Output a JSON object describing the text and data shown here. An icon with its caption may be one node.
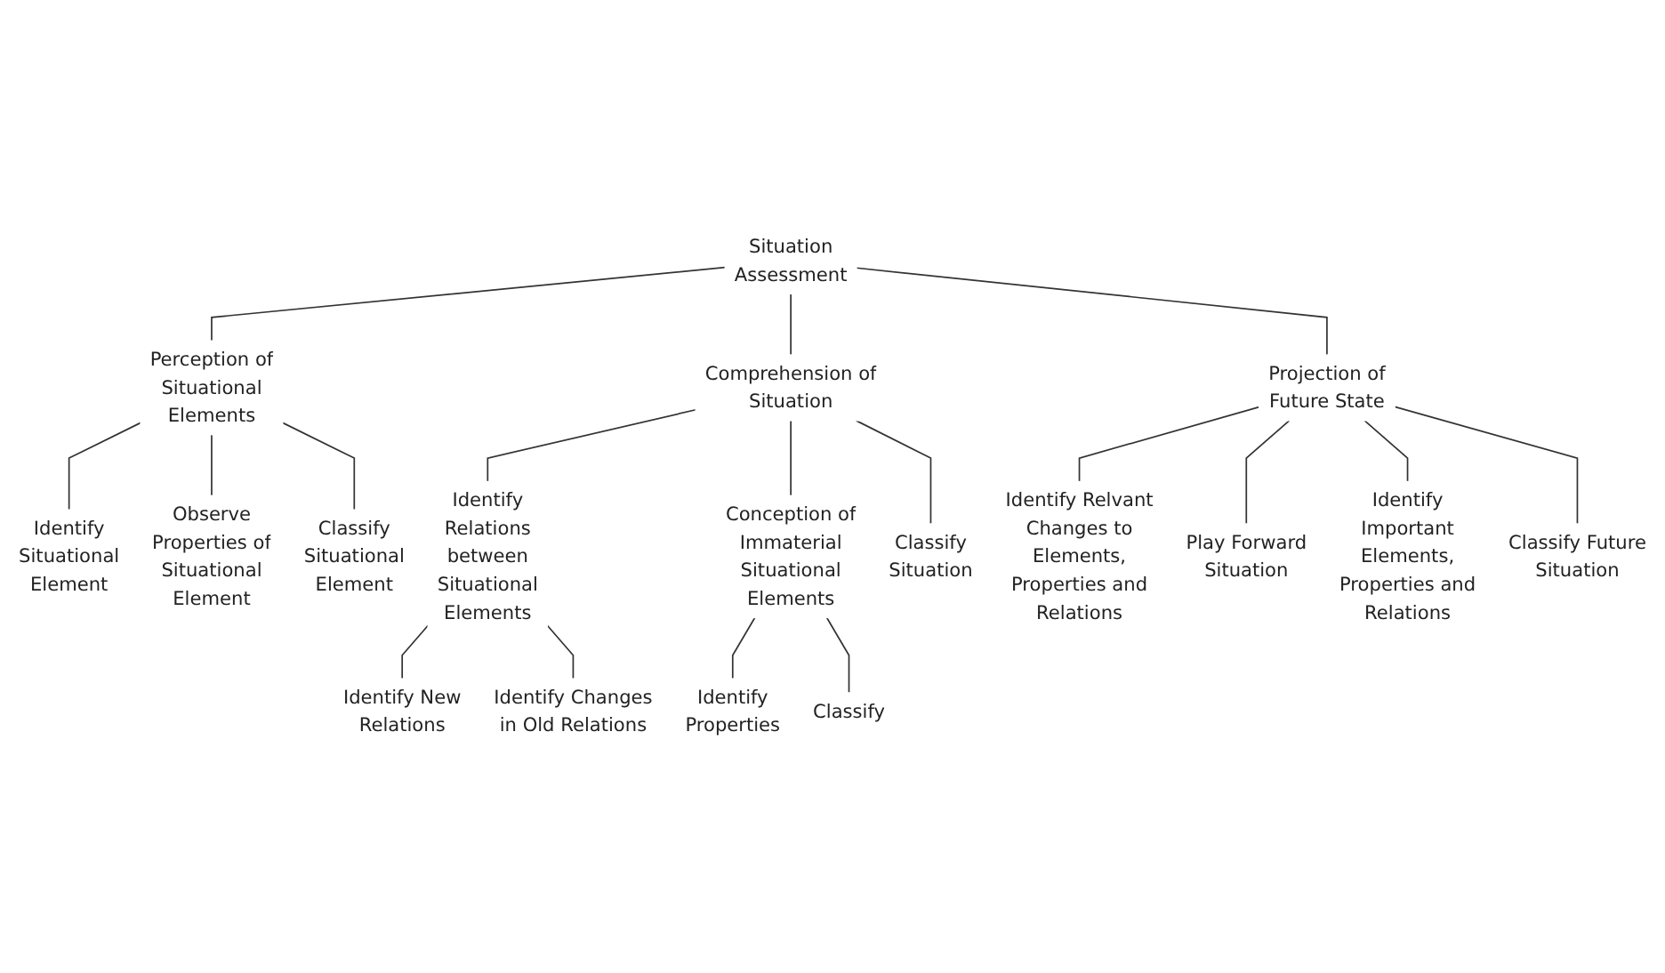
{
  "diagram": {
    "nodes": [
      {
        "text": [
          "Situation Assessment"
        ]
      },
      {
        "text": [
          "Perception of Situational Elements"
        ]
      },
      {
        "text": [
          "Comprehension of Situation"
        ]
      },
      {
        "text": [
          "Projection of Future State"
        ]
      },
      {
        "text": [
          "Identify Situational Element"
        ]
      },
      {
        "text": [
          "Observe Properties of Situational Element"
        ]
      },
      {
        "text": [
          "Classify Situational Element"
        ]
      },
      {
        "text": [
          "Identify Relations between Situational Elements"
        ]
      },
      {
        "text": [
          "Conception of Immaterial Situational Elements"
        ]
      },
      {
        "text": [
          "Classify Situation"
        ]
      },
      {
        "text": [
          "Identify Relvant Changes to Elements, Properties and Relations"
        ]
      },
      {
        "text": [
          "Play Forward Situation"
        ]
      },
      {
        "text": [
          "Identify Important Elements, Properties and Relations"
        ]
      },
      {
        "text": [
          "Classify Future Situation"
        ]
      },
      {
        "text": [
          "Identify New Relations"
        ]
      },
      {
        "text": [
          "Identify Changes in Old Relations"
        ]
      },
      {
        "text": [
          "Identify Properties"
        ]
      },
      {
        "text": [
          "Classify"
        ]
      }
    ],
    "edges": [
      {
        "from": 0,
        "to": 1,
        "arrow": "none"
      },
      {
        "from": 0,
        "to": 2,
        "arrow": "none"
      },
      {
        "from": 0,
        "to": 3,
        "arrow": "none"
      },
      {
        "from": 1,
        "to": 4,
        "arrow": "none"
      },
      {
        "from": 1,
        "to": 5,
        "arrow": "none"
      },
      {
        "from": 1,
        "to": 6,
        "arrow": "none"
      },
      {
        "from": 2,
        "to": 7,
        "arrow": "none"
      },
      {
        "from": 2,
        "to": 8,
        "arrow": "none"
      },
      {
        "from": 2,
        "to": 9,
        "arrow": "none"
      },
      {
        "from": 3,
        "to": 10,
        "arrow": "none"
      },
      {
        "from": 3,
        "to": 11,
        "arrow": "none"
      },
      {
        "from": 3,
        "to": 12,
        "arrow": "none"
      },
      {
        "from": 3,
        "to": 13,
        "arrow": "none"
      },
      {
        "from": 7,
        "to": 14,
        "arrow": "none"
      },
      {
        "from": 7,
        "to": 15,
        "arrow": "none"
      },
      {
        "from": 8,
        "to": 16,
        "arrow": "none"
      },
      {
        "from": 8,
        "to": 17,
        "arrow": "none"
      }
    ]
  }
}
